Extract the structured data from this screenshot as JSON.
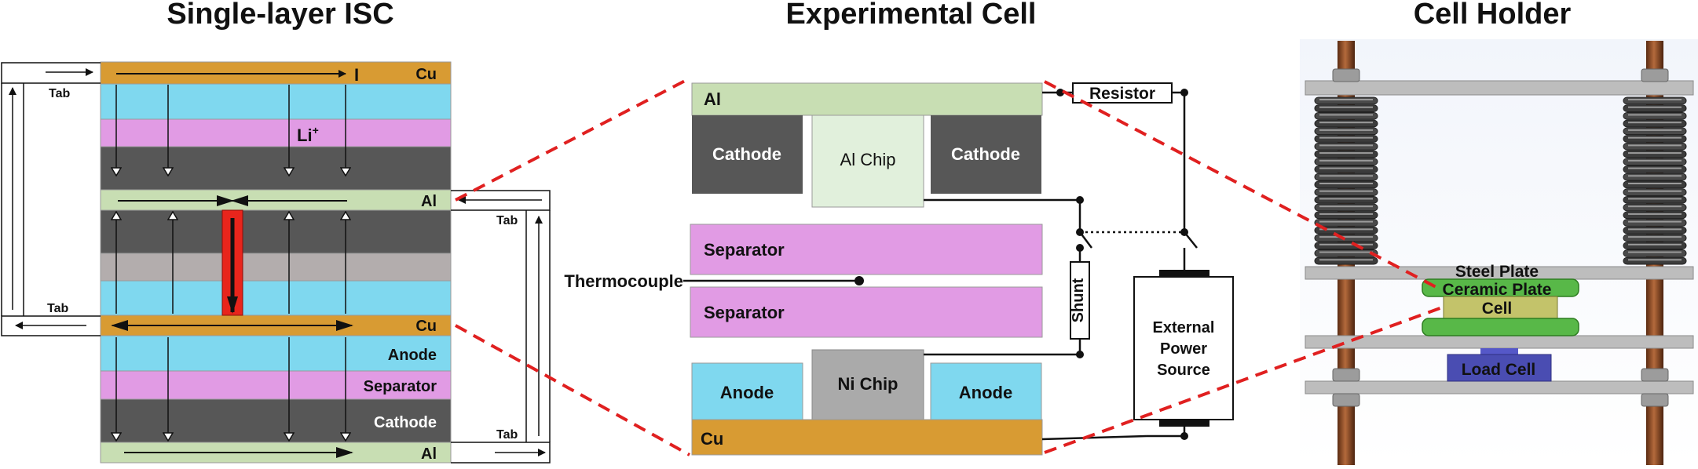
{
  "titles": {
    "left": "Single-layer ISC",
    "middle": "Experimental Cell",
    "right": "Cell Holder"
  },
  "left_panel": {
    "layers": {
      "cu_top": "Cu",
      "al_mid": "Al",
      "cu_mid": "Cu",
      "anode": "Anode",
      "separator": "Separator",
      "cathode": "Cathode",
      "al_bottom": "Al"
    },
    "li_ion": "Li",
    "li_sup": "+",
    "current_symbol": "I",
    "tab_labels": [
      "Tab",
      "Tab",
      "Tab",
      "Tab"
    ]
  },
  "middle_panel": {
    "al_label": "Al",
    "cathode_left": "Cathode",
    "al_chip": "Al Chip",
    "cathode_right": "Cathode",
    "separator_top": "Separator",
    "separator_bottom": "Separator",
    "thermocouple": "Thermocouple",
    "anode_left": "Anode",
    "ni_chip": "Ni Chip",
    "anode_right": "Anode",
    "cu_label": "Cu",
    "resistor": "Resistor",
    "shunt": "Shunt",
    "power_source": [
      "External",
      "Power",
      "Source"
    ]
  },
  "right_panel": {
    "steel_plate": "Steel Plate",
    "ceramic_plate": "Ceramic Plate",
    "cell": "Cell",
    "load_cell": "Load Cell"
  },
  "colors": {
    "cu": "#d89b33",
    "al": "#c8deb3",
    "anode": "#7fd8ef",
    "separator": "#e19be4",
    "cathode": "#575757",
    "separator_grey": "#b3adad",
    "al_chip": "#e1f0dc",
    "ni_chip": "#aaaaaa",
    "short": "#e8251c",
    "dash": "#e02020",
    "ceramic": "#58b848",
    "cell": "#c3c36a",
    "load_cell": "#4a4db2",
    "rod": "#8a4a26",
    "plate": "#bdbdbd"
  }
}
